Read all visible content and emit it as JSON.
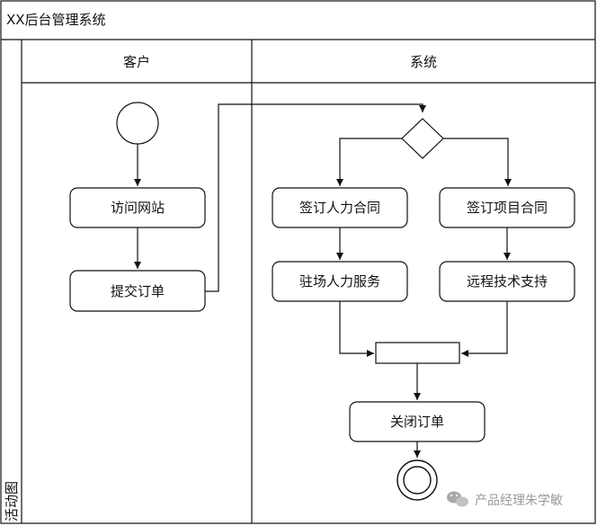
{
  "title": "XX后台管理系统",
  "side_label": "活动图",
  "lanes": {
    "customer": "客户",
    "system": "系统"
  },
  "nodes": {
    "visit_site": "访问网站",
    "submit_order": "提交订单",
    "sign_hr_contract": "签订人力合同",
    "sign_project_contract": "签订项目合同",
    "onsite_service": "驻场人力服务",
    "remote_support": "远程技术支持",
    "close_order": "关闭订单"
  },
  "watermark": {
    "icon": "wechat-icon",
    "text": "产品经理朱学敏"
  }
}
